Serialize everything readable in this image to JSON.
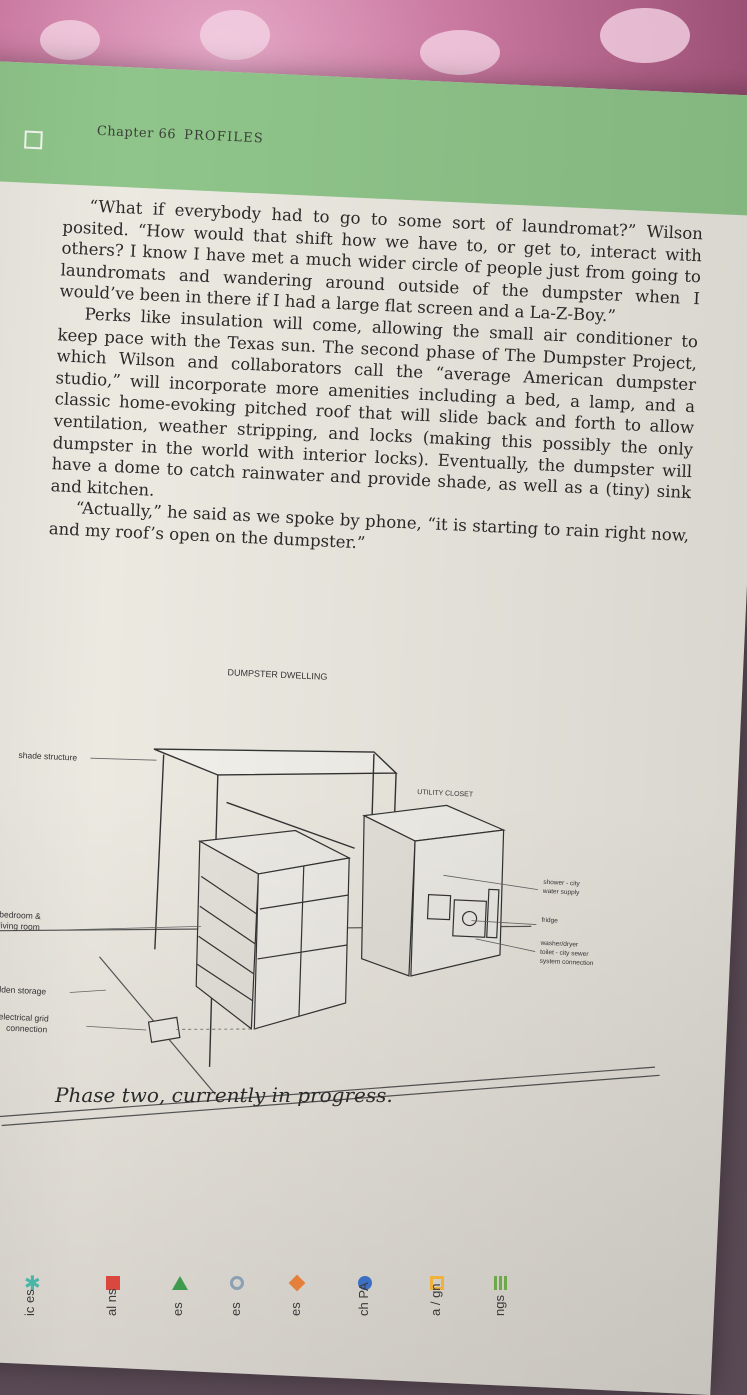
{
  "chapter": {
    "label": "Chapter 66",
    "section": "PROFILES"
  },
  "body": {
    "paragraphs": [
      "“What if everybody had to go to some sort of laundromat?” Wilson posited. “How would that shift how we have to, or get to, interact with others? I know I have met a much wider circle of people just from going to laundromats and wandering around outside of the dumpster when I would’ve been in there if I had a large flat screen and a La-Z-Boy.”",
      "Perks like insulation will come, allowing the small air conditioner to keep pace with the Texas sun. The second phase of The Dumpster Project, which Wilson and collaborators call the “average American dumpster studio,” will incorporate more amenities including a bed, a lamp, and a classic home-evoking pitched roof that will slide back and forth to allow ventilation, weather stripping, and locks (making this possibly the only dumpster in the world with interior locks). Eventually, the dumpster will have a dome to catch rainwater and provide shade, as well as a (tiny) sink and kitchen.",
      "“Actually,” he said as we spoke by phone, “it is starting to rain right now, and my roof’s open on the dumpster.”"
    ]
  },
  "diagram": {
    "title": "DUMPSTER DWELLING",
    "labels": {
      "shade": "shade structure",
      "utility": "UTILITY CLOSET",
      "shower_1": "shower - city",
      "shower_2": "water supply",
      "fridge": "fridge",
      "washer": "washer/dryer",
      "toilet": "toilet - city sewer",
      "system": "system connection",
      "bedroom_1": "bedroom &",
      "bedroom_2": "living room",
      "storage": "hidden storage",
      "grid_1": "electrical grid",
      "grid_2": "connection"
    }
  },
  "caption": "Phase two, currently in progress.",
  "tabs": [
    {
      "label": "ic\nes",
      "mark": "asterisk",
      "color": "#49b6a8"
    },
    {
      "label": "al\nns",
      "mark": "square",
      "color": "#d9473f"
    },
    {
      "label": "es",
      "mark": "triangle",
      "color": "#3e9a4e"
    },
    {
      "label": "es",
      "mark": "ring",
      "color": "#8aa0b3"
    },
    {
      "label": "es",
      "mark": "diamond",
      "color": "#e57f3c"
    },
    {
      "label": "ch\nPA",
      "mark": "circle",
      "color": "#3d6fc2"
    },
    {
      "label": "a /\ngn",
      "mark": "square-outline",
      "color": "#f0b23c"
    },
    {
      "label": "ngs",
      "mark": "bars",
      "color": "#6da84a"
    }
  ]
}
